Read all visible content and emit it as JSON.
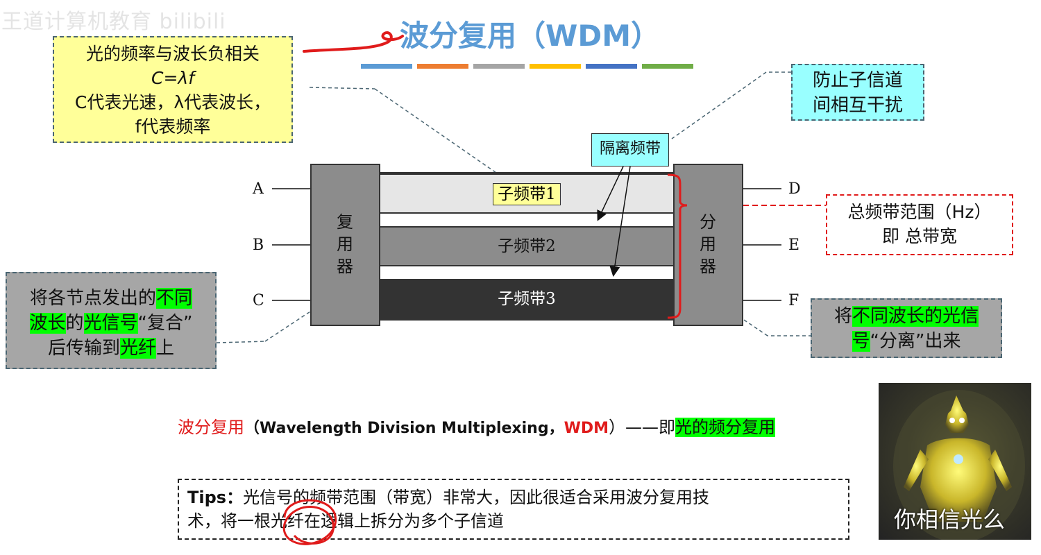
{
  "watermark": "王道计算机教育 bilibili",
  "title": "波分复用（WDM）",
  "title_colors": [
    "#5b9bd5",
    "#ed7d31",
    "#a5a5a5",
    "#ffc000",
    "#4472c4",
    "#70ad47"
  ],
  "note_frequency": {
    "line1": "光的频率与波长负相关",
    "formula": "C=λf",
    "line3": "C代表光速，λ代表波长，",
    "line4": "f代表频率"
  },
  "note_interference": {
    "line1": "防止子信道",
    "line2": "间相互干扰"
  },
  "guard_band_label": "隔离频带",
  "note_total_band": {
    "line1": "总频带范围（Hz）",
    "line2": "即 总带宽"
  },
  "note_combine": {
    "p1": "将各节点发出的",
    "h1": "不同",
    "h2": "波长",
    "p2": "的",
    "h3": "光信号",
    "p3": "“复合”",
    "p4": "后传输到",
    "h4": "光纤",
    "p5": "上"
  },
  "note_separate": {
    "p1": "将",
    "h1": "不同波长的光信",
    "h2": "号",
    "p2": "“分离”出来"
  },
  "diagram": {
    "mux_label": [
      "复",
      "用",
      "器"
    ],
    "demux_label": [
      "分",
      "用",
      "器"
    ],
    "bands": [
      "子频带1",
      "子频带2",
      "子频带3"
    ],
    "inputs": [
      "A",
      "B",
      "C"
    ],
    "outputs": [
      "D",
      "E",
      "F"
    ]
  },
  "definition": {
    "term": "波分复用",
    "english": "（Wavelength Division Multiplexing，",
    "abbr": "WDM",
    "mid": "）——即",
    "highlight": "光的频分复用"
  },
  "tips": {
    "label": "Tips：",
    "line1": "光信号的频带范围（带宽）非常大，因此很适合采用波分复用技",
    "line2": "术，将一根光纤在逻辑上拆分为多个子信道"
  },
  "photo_caption": "你相信光么"
}
